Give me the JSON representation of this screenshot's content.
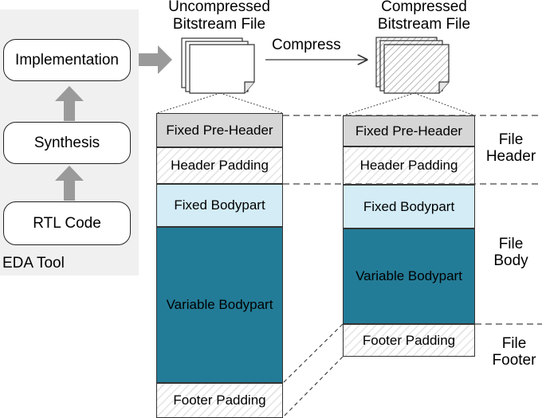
{
  "eda": {
    "tool_label": "EDA Tool",
    "steps": [
      "Implementation",
      "Synthesis",
      "RTL Code"
    ]
  },
  "uncompressed": {
    "title_line1": "Uncompressed",
    "title_line2": "Bitstream File",
    "segments": [
      "Fixed Pre-Header",
      "Header Padding",
      "Fixed Bodypart",
      "Variable Bodypart",
      "Footer Padding"
    ]
  },
  "compress_label": "Compress",
  "compressed": {
    "title_line1": "Compressed",
    "title_line2": "Bitstream File",
    "segments": [
      "Fixed Pre-Header",
      "Header Padding",
      "Fixed Bodypart",
      "Variable Bodypart",
      "Footer Padding"
    ]
  },
  "sections": {
    "header": [
      "File",
      "Header"
    ],
    "body": [
      "File",
      "Body"
    ],
    "footer": [
      "File",
      "Footer"
    ]
  },
  "colors": {
    "panel": "#f0f0f0",
    "pre_header": "#d6d6d6",
    "fixed_body": "#d3ecf6",
    "variable_body": "#237c97",
    "arrow_gray": "#9a9a9a"
  }
}
